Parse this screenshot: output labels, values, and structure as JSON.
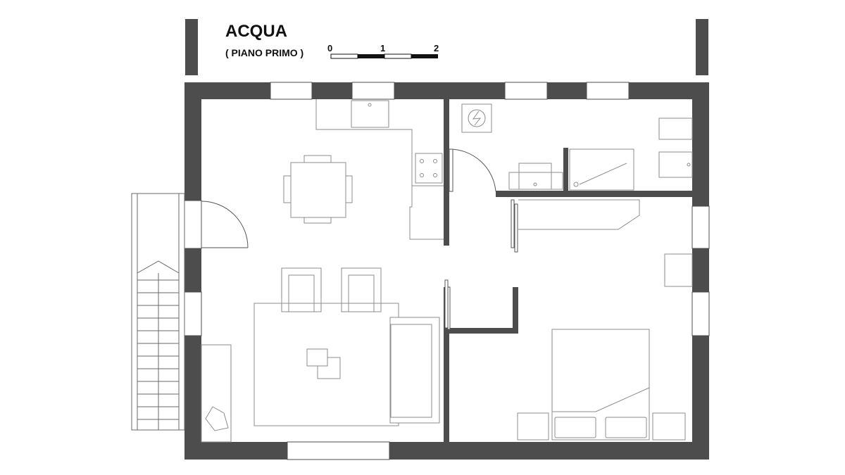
{
  "title": "ACQUA",
  "subtitle": "( PIANO PRIMO )",
  "scale_bar": {
    "labels": [
      "0",
      "1",
      "2"
    ],
    "unit": ""
  },
  "colors": {
    "wall": "#4d4d4d",
    "furniture_line": "#8c8c8c",
    "background": "#ffffff"
  },
  "icons": [
    "boiler-icon",
    "sink-icon",
    "stove-icon",
    "toilet-icon",
    "bidet-icon",
    "shower-icon"
  ]
}
